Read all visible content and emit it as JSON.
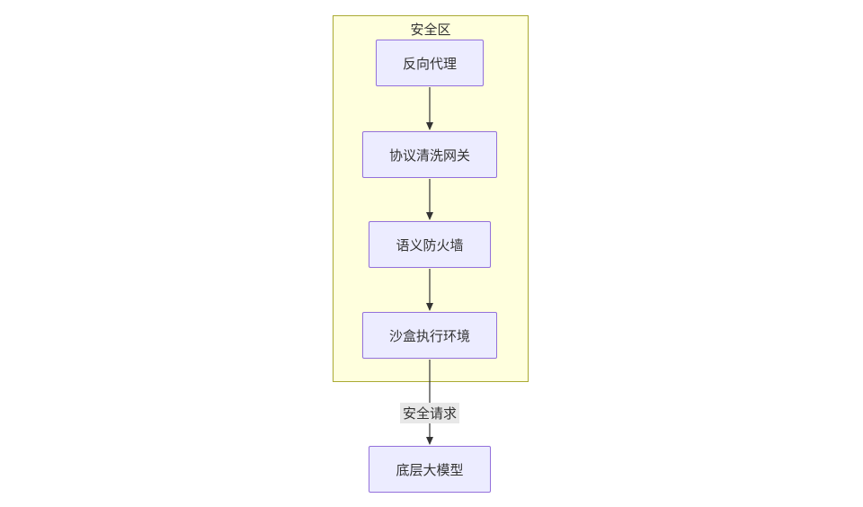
{
  "diagram": {
    "type": "flowchart-top-down",
    "cluster": {
      "label": "安全区"
    },
    "nodes": [
      {
        "id": "reverse-proxy",
        "label": "反向代理",
        "in_cluster": true
      },
      {
        "id": "protocol-gateway",
        "label": "协议清洗网关",
        "in_cluster": true
      },
      {
        "id": "semantic-firewall",
        "label": "语义防火墙",
        "in_cluster": true
      },
      {
        "id": "sandbox-env",
        "label": "沙盒执行环境",
        "in_cluster": true
      },
      {
        "id": "base-llm",
        "label": "底层大模型",
        "in_cluster": false
      }
    ],
    "edges": [
      {
        "from": "反向代理",
        "to": "协议清洗网关",
        "label": ""
      },
      {
        "from": "协议清洗网关",
        "to": "语义防火墙",
        "label": ""
      },
      {
        "from": "语义防火墙",
        "to": "沙盒执行环境",
        "label": ""
      },
      {
        "from": "沙盒执行环境",
        "to": "底层大模型",
        "label": "安全请求"
      }
    ],
    "colors": {
      "node_fill": "#ECECFF",
      "node_border": "#9370DB",
      "cluster_fill": "#ffffde",
      "cluster_border": "#aaaa33",
      "edge_label_bg": "#e8e8e8",
      "line": "#333333",
      "text": "#333333",
      "background": "#ffffff"
    }
  }
}
